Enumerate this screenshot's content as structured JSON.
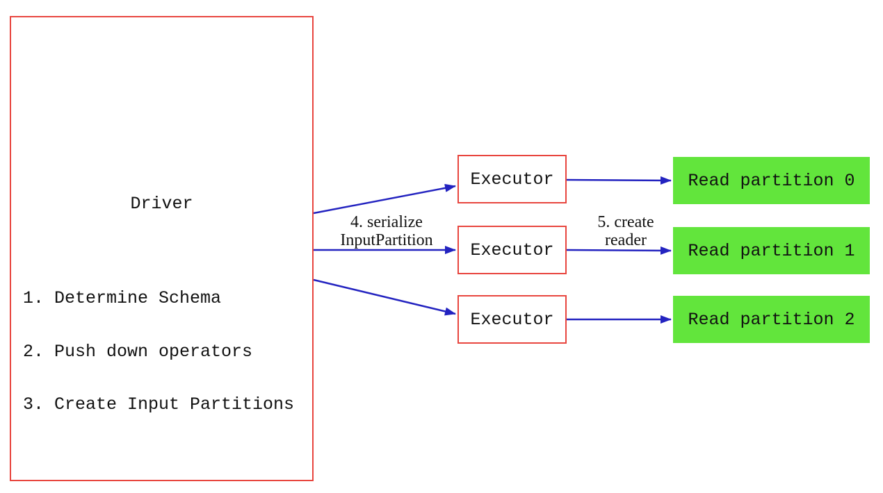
{
  "diagram": {
    "driver": {
      "title": "Driver",
      "steps": [
        "1. Determine Schema",
        "2. Push down operators",
        "3. Create Input Partitions"
      ]
    },
    "executors": [
      {
        "label": "Executor"
      },
      {
        "label": "Executor"
      },
      {
        "label": "Executor"
      }
    ],
    "partitions": [
      {
        "label": "Read partition 0"
      },
      {
        "label": "Read partition 1"
      },
      {
        "label": "Read partition 2"
      }
    ],
    "edge_labels": {
      "serialize": {
        "line1": "4. serialize",
        "line2": "InputPartition"
      },
      "create_reader": {
        "line1": "5. create",
        "line2": "reader"
      }
    },
    "colors": {
      "node_border_red": "#e8453e",
      "arrow_blue": "#2323c0",
      "partition_fill_green": "#62e53c",
      "text": "#111111",
      "background": "#ffffff"
    }
  }
}
